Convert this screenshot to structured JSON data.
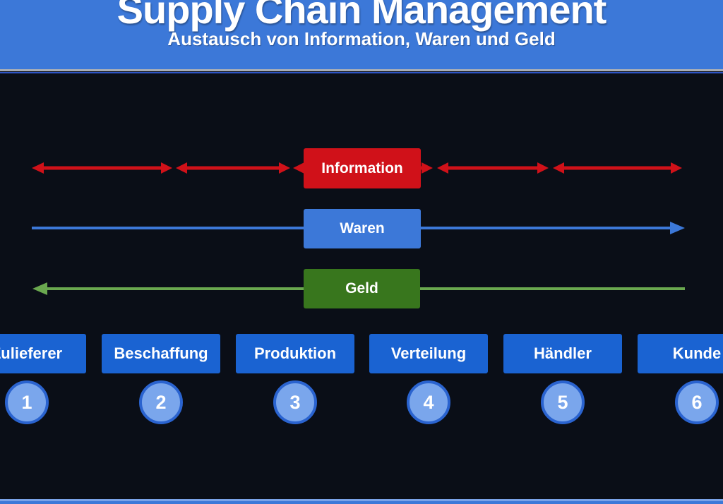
{
  "header": {
    "title": "Supply Chain Management",
    "subtitle": "Austausch von Information, Waren und Geld",
    "bg_color": "#3c78d8"
  },
  "flows": {
    "information": {
      "label": "Information",
      "direction": "bidirectional",
      "color": "#d01119"
    },
    "waren": {
      "label": "Waren",
      "direction": "left-to-right",
      "color": "#3c78d8"
    },
    "geld": {
      "label": "Geld",
      "direction": "right-to-left",
      "box_color": "#38761d",
      "line_color": "#6aa84f"
    }
  },
  "stages": [
    {
      "number": "1",
      "label": "Zulieferer"
    },
    {
      "number": "2",
      "label": "Beschaffung"
    },
    {
      "number": "3",
      "label": "Produktion"
    },
    {
      "number": "4",
      "label": "Verteilung"
    },
    {
      "number": "5",
      "label": "Händler"
    },
    {
      "number": "6",
      "label": "Kunde"
    }
  ],
  "colors": {
    "background": "#0a0e17",
    "header_bg": "#3c78d8",
    "stage_box": "#1a63d2",
    "circle_fill": "#7aa6ec",
    "circle_border": "#2a63cf",
    "divider_gray": "#a9aeb7",
    "divider_blue": "#2e55c6",
    "bottom_bar": "#3c78d8",
    "bottom_bar_highlight": "#7aa3e8"
  }
}
